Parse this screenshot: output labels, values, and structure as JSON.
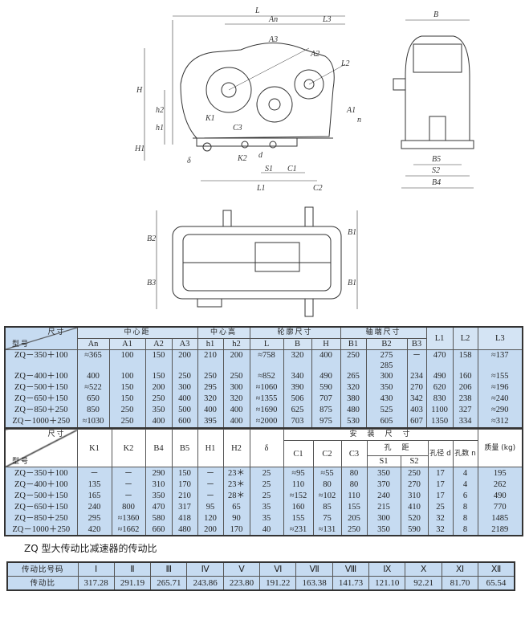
{
  "drawing": {
    "front_labels": [
      "L",
      "An",
      "L3",
      "A3",
      "A2",
      "L2",
      "H",
      "h2",
      "A1",
      "K1",
      "C3",
      "h1",
      "H1",
      "δ",
      "K2",
      "S1",
      "C1",
      "L1",
      "C2",
      "d",
      "n"
    ],
    "side_labels": [
      "B",
      "B5",
      "S2",
      "B4"
    ],
    "top_labels": [
      "B2",
      "B3",
      "B1",
      "B1"
    ]
  },
  "table1": {
    "corner_top": "尺寸",
    "corner_bottom": "型号",
    "groups": [
      "中心距",
      "中心高",
      "轮廓尺寸",
      "轴端尺寸"
    ],
    "columns": [
      "An",
      "A1",
      "A2",
      "A3",
      "h1",
      "h2",
      "L",
      "B",
      "H",
      "B1",
      "B2",
      "B3",
      "L1",
      "L2",
      "L3"
    ],
    "rows": [
      {
        "model": "ZQ－350＋100",
        "values": [
          "≈365",
          "100",
          "150",
          "200",
          "210",
          "200",
          "≈758",
          "320",
          "400",
          "250",
          "275\n285",
          "－",
          "470",
          "158",
          "≈137"
        ]
      },
      {
        "model": "ZQ－400＋100",
        "values": [
          "400",
          "100",
          "150",
          "250",
          "250",
          "250",
          "≈852",
          "340",
          "490",
          "265",
          "300",
          "234",
          "490",
          "160",
          "≈155"
        ]
      },
      {
        "model": "ZQ－500＋150",
        "values": [
          "≈522",
          "150",
          "200",
          "300",
          "295",
          "300",
          "≈1060",
          "390",
          "590",
          "320",
          "350",
          "270",
          "620",
          "206",
          "≈196"
        ]
      },
      {
        "model": "ZQ－650＋150",
        "values": [
          "650",
          "150",
          "250",
          "400",
          "320",
          "320",
          "≈1355",
          "506",
          "707",
          "380",
          "430",
          "342",
          "830",
          "238",
          "≈240"
        ]
      },
      {
        "model": "ZQ－850＋250",
        "values": [
          "850",
          "250",
          "350",
          "500",
          "400",
          "400",
          "≈1690",
          "625",
          "875",
          "480",
          "525",
          "403",
          "1100",
          "327",
          "≈290"
        ]
      },
      {
        "model": "ZQ－1000＋250",
        "values": [
          "≈1030",
          "250",
          "400",
          "600",
          "395",
          "400",
          "≈2000",
          "703",
          "975",
          "530",
          "605",
          "607",
          "1350",
          "334",
          "≈312"
        ]
      }
    ]
  },
  "table2": {
    "corner_top": "尺寸",
    "corner_bottom": "型号",
    "group_install": "安　装　尺　寸",
    "group_hole_dist": "孔　距",
    "columns": [
      "K1",
      "K2",
      "B4",
      "B5",
      "H1",
      "H2",
      "δ",
      "C1",
      "C2",
      "C3",
      "S1",
      "S2",
      "孔径 d",
      "孔数 n",
      "质量 (kg)"
    ],
    "rows": [
      {
        "model": "ZQ－350＋100",
        "values": [
          "－",
          "－",
          "290",
          "150",
          "－",
          "23＊",
          "25",
          "≈95",
          "≈55",
          "80",
          "350",
          "250",
          "17",
          "4",
          "195"
        ]
      },
      {
        "model": "ZQ－400＋100",
        "values": [
          "135",
          "－",
          "310",
          "170",
          "－",
          "23＊",
          "25",
          "110",
          "80",
          "80",
          "370",
          "270",
          "17",
          "4",
          "262"
        ]
      },
      {
        "model": "ZQ－500＋150",
        "values": [
          "165",
          "－",
          "350",
          "210",
          "－",
          "28＊",
          "25",
          "≈152",
          "≈102",
          "110",
          "240",
          "310",
          "17",
          "6",
          "490"
        ]
      },
      {
        "model": "ZQ－650＋150",
        "values": [
          "240",
          "800",
          "470",
          "317",
          "95",
          "65",
          "35",
          "160",
          "85",
          "155",
          "215",
          "410",
          "25",
          "8",
          "770"
        ]
      },
      {
        "model": "ZQ－850＋250",
        "values": [
          "295",
          "≈1360",
          "580",
          "418",
          "120",
          "90",
          "35",
          "155",
          "75",
          "205",
          "300",
          "520",
          "32",
          "8",
          "1485"
        ]
      },
      {
        "model": "ZQ－1000＋250",
        "values": [
          "420",
          "≈1662",
          "660",
          "480",
          "200",
          "170",
          "40",
          "≈231",
          "≈131",
          "250",
          "350",
          "590",
          "32",
          "8",
          "2189"
        ]
      }
    ]
  },
  "ratio": {
    "title": "ZQ 型大传动比减速器的传动比",
    "code_label": "传动比号码",
    "ratio_label": "传动比",
    "codes": [
      "Ⅰ",
      "Ⅱ",
      "Ⅲ",
      "Ⅳ",
      "Ⅴ",
      "Ⅵ",
      "Ⅶ",
      "Ⅷ",
      "Ⅸ",
      "Ⅹ",
      "Ⅺ",
      "Ⅻ"
    ],
    "values": [
      "317.28",
      "291.19",
      "265.71",
      "243.86",
      "223.80",
      "191.22",
      "163.38",
      "141.73",
      "121.10",
      "92.21",
      "81.70",
      "65.54"
    ]
  }
}
